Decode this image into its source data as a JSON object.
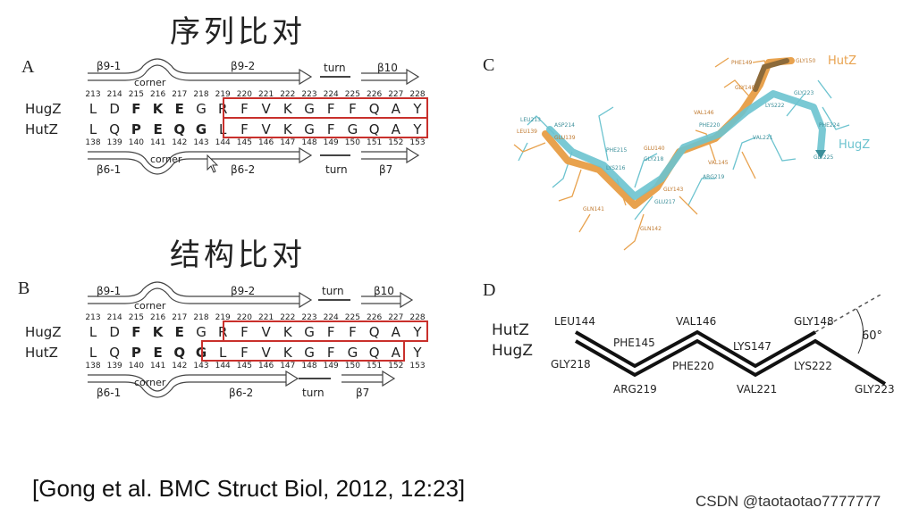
{
  "titles": {
    "sequence_alignment": "序列比对",
    "structure_alignment": "结构比对"
  },
  "panels": {
    "a": "A",
    "b": "B",
    "c": "C",
    "d": "D"
  },
  "alignment_a": {
    "top_labels": {
      "b91": "β9-1",
      "corner": "corner",
      "b92": "β9-2",
      "turn": "turn",
      "b10": "β10"
    },
    "top_numbers": [
      "213",
      "214",
      "215",
      "216",
      "217",
      "218",
      "219",
      "220",
      "221",
      "222",
      "223",
      "224",
      "225",
      "226",
      "227",
      "228"
    ],
    "hugz_name": "HugZ",
    "hugz_residues": [
      "L",
      "D",
      "F",
      "K",
      "E",
      "G",
      "R",
      "F",
      "V",
      "K",
      "G",
      "F",
      "F",
      "Q",
      "A",
      "Y"
    ],
    "hutz_name": "HutZ",
    "hutz_residues": [
      "L",
      "Q",
      "P",
      "E",
      "Q",
      "G",
      "L",
      "F",
      "V",
      "K",
      "G",
      "F",
      "G",
      "Q",
      "A",
      "Y"
    ],
    "bottom_numbers": [
      "138",
      "139",
      "140",
      "141",
      "142",
      "143",
      "144",
      "145",
      "146",
      "147",
      "148",
      "149",
      "150",
      "151",
      "152",
      "153"
    ],
    "bottom_labels": {
      "b61": "β6-1",
      "corner": "corner",
      "b62": "β6-2",
      "turn": "turn",
      "b7": "β7"
    }
  },
  "alignment_b": {
    "top_labels": {
      "b91": "β9-1",
      "corner": "corner",
      "b92": "β9-2",
      "turn": "turn",
      "b10": "β10"
    },
    "top_numbers": [
      "213",
      "214",
      "215",
      "216",
      "217",
      "218",
      "219",
      "220",
      "221",
      "222",
      "223",
      "224",
      "225",
      "226",
      "227",
      "228"
    ],
    "hugz_name": "HugZ",
    "hugz_residues": [
      "L",
      "D",
      "F",
      "K",
      "E",
      "G",
      "R",
      "F",
      "V",
      "K",
      "G",
      "F",
      "F",
      "Q",
      "A",
      "Y"
    ],
    "hutz_name": "HutZ",
    "hutz_residues": [
      "L",
      "Q",
      "P",
      "E",
      "Q",
      "G",
      "L",
      "F",
      "V",
      "K",
      "G",
      "F",
      "G",
      "Q",
      "A",
      "Y"
    ],
    "bottom_numbers": [
      "138",
      "139",
      "140",
      "141",
      "142",
      "143",
      "144",
      "145",
      "146",
      "147",
      "148",
      "149",
      "150",
      "151",
      "152",
      "153"
    ],
    "bottom_labels": {
      "b61": "β6-1",
      "corner": "corner",
      "b62": "β6-2",
      "turn": "turn",
      "b7": "β7"
    }
  },
  "structure_c": {
    "hutz_label": "HutZ",
    "hugz_label": "HugZ",
    "colors": {
      "hutz": "#e8a24e",
      "hugz": "#6cc3cf",
      "hutz_dark": "#8c6a3a"
    },
    "residue_labels": {
      "leu139": "LEU139",
      "leu213": "LEU213",
      "asp214": "ASP214",
      "glu139": "GLU139",
      "phe215": "PHE215",
      "lys216": "LYS216",
      "glu140": "GLU140",
      "gly218": "GLY218",
      "gly143": "GLY143",
      "glu217": "GLU217",
      "gln141": "GLN141",
      "gln142": "GLN142",
      "arg219": "ARG219",
      "val146": "VAL146",
      "phe220": "PHE220",
      "val145": "VAL145",
      "phe149": "PHE149",
      "gly148": "GLY148",
      "lys222": "LYS222",
      "val221": "VAL221",
      "gly150": "GLY150",
      "gly223": "GLY223",
      "phe224": "PHE224",
      "gly225": "GLY225"
    }
  },
  "panel_d": {
    "hutz_name": "HutZ",
    "hugz_name": "HugZ",
    "angle": "60°",
    "hutz_residues": [
      "LEU144",
      "PHE145",
      "VAL146",
      "LYS147",
      "GLY148"
    ],
    "hugz_residues": [
      "GLY218",
      "ARG219",
      "PHE220",
      "VAL221",
      "LYS222",
      "GLY223"
    ]
  },
  "citation": "[Gong et al. BMC Struct Biol, 2012, 12:23]",
  "watermark": "CSDN @taotaotao7777777"
}
